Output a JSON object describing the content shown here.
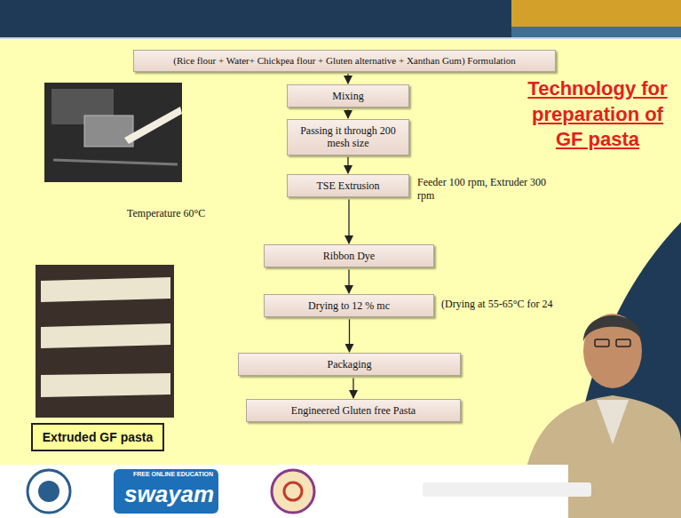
{
  "diagram": {
    "title": "Technology for preparation of GF pasta",
    "nodes": [
      {
        "text": [
          "(Rice flour + Water+ Chickpea flour + Gluten alternative + Xanthan Gum) Formulation"
        ]
      },
      {
        "text": [
          "Mixing"
        ]
      },
      {
        "text": [
          "Passing it through 200 mesh size"
        ]
      },
      {
        "text": [
          "TSE Extrusion"
        ]
      },
      {
        "text": [
          "Ribbon Dye"
        ]
      },
      {
        "text": [
          "Drying to 12 % mc"
        ]
      },
      {
        "text": [
          "Packaging"
        ]
      },
      {
        "text": [
          "Engineered Gluten free Pasta"
        ]
      },
      {
        "text": [
          "Extruded GF pasta"
        ]
      }
    ],
    "edges": [
      {
        "from": 0,
        "to": 1,
        "arrow": "to"
      },
      {
        "from": 1,
        "to": 2,
        "arrow": "to"
      },
      {
        "from": 2,
        "to": 3,
        "arrow": "to"
      },
      {
        "from": 3,
        "to": 4,
        "arrow": "to"
      },
      {
        "from": 4,
        "to": 5,
        "arrow": "to"
      },
      {
        "from": 5,
        "to": 6,
        "arrow": "to"
      },
      {
        "from": 6,
        "to": 7,
        "arrow": "to"
      }
    ],
    "labels": [
      "Temperature 60°C",
      "Feeder 100 rpm, Extruder 300 rpm",
      "(Drying at 55-65°C for 24",
      "FREE ONLINE EDUCATION",
      "swayam"
    ]
  }
}
